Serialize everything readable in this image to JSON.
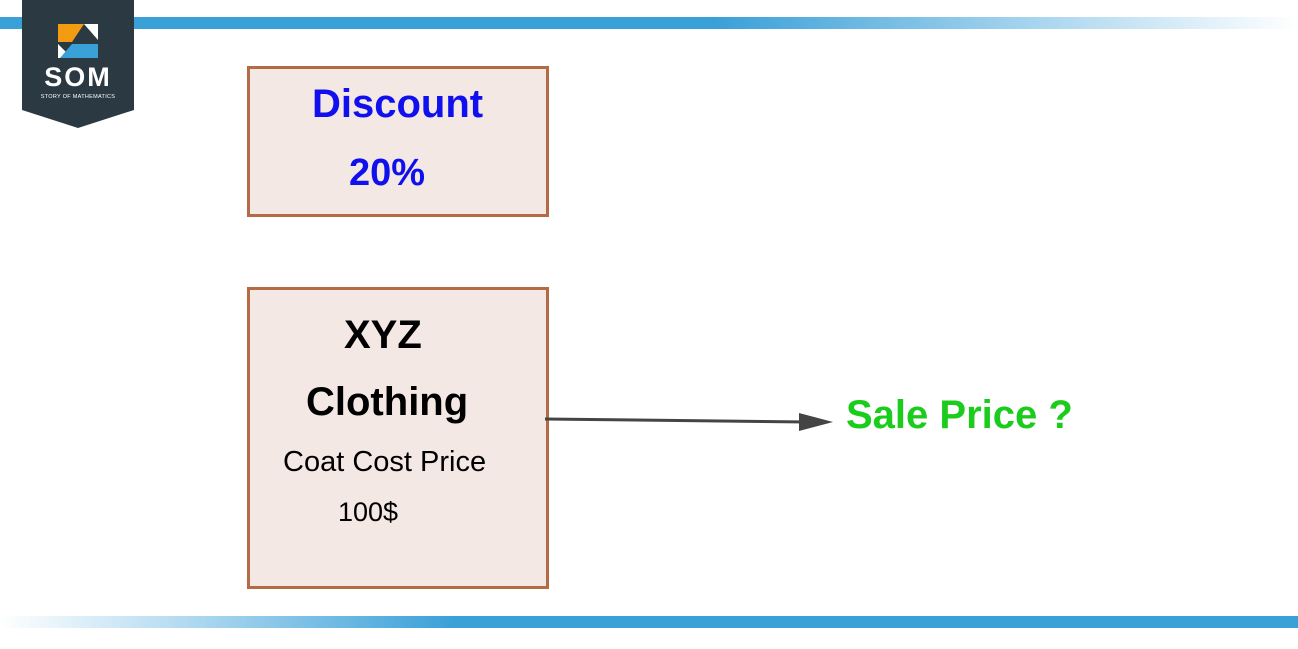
{
  "logo": {
    "text": "SOM",
    "subtext": "STORY OF MATHEMATICS",
    "colors": {
      "badge": "#2b3a42",
      "orange": "#f39c12",
      "blue": "#3aa0d8"
    }
  },
  "discount_box": {
    "label": "Discount",
    "value": "20%"
  },
  "store_box": {
    "name_line1": "XYZ",
    "name_line2": "Clothing",
    "item_label": "Coat Cost Price",
    "item_price": "100$"
  },
  "result": {
    "label": "Sale Price ?"
  },
  "colors": {
    "box_fill": "#f4e8e4",
    "box_border": "#b46a45",
    "discount_text": "#1010ee",
    "sale_text": "#1ccc1c",
    "arrow": "#444444",
    "accent_bar": "#3aa0d8"
  }
}
